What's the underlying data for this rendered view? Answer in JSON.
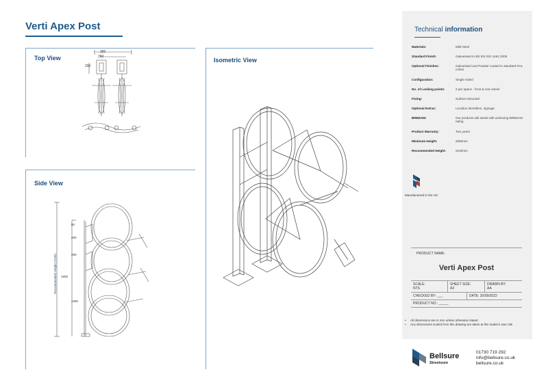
{
  "title": "Verti Apex Post",
  "views": {
    "top": "Top View",
    "iso": "Isometric View",
    "side": "Side View"
  },
  "top_dims": {
    "width_overall": "350",
    "width_inner": "260",
    "depth": "200"
  },
  "side_dims": {
    "recommended": "Recommended Height (2100)",
    "d1": "80",
    "d2": "260",
    "d3": "280",
    "d4": "1800",
    "d5": "1060"
  },
  "technical": {
    "title_light": "Technical",
    "title_bold": "information",
    "rows": [
      {
        "key": "Materials:",
        "value": "Mild Steel"
      },
      {
        "key": "Standard Finish:",
        "value": "Galvanised to BS EN ISO 1461:2009"
      },
      {
        "key": "Optional Finishes:",
        "value": "Galvanised and Powder coated to standard RAL colour"
      },
      {
        "key": "Configuration:",
        "value": "Single Sided"
      },
      {
        "key": "No. of Locking points:",
        "value": "2 per space - front & rear wheel"
      },
      {
        "key": "Fixing:",
        "value": "Surface Mounted"
      },
      {
        "key": "Optional Extras:",
        "value": "Location identifiers, signage"
      },
      {
        "key": "BREEAM:",
        "value": "Our products will assist with achieving BREEAM rating"
      },
      {
        "key": "Product Warranty:",
        "value": "Two years"
      },
      {
        "key": "Minimum Height:",
        "value": "2050mm"
      },
      {
        "key": "Recommended Height:",
        "value": "2100mm"
      }
    ]
  },
  "manufactured": "Manufactured in the UK",
  "product": {
    "name_label": "PRODUCT NAME:",
    "name": "Verti Apex Post",
    "scale_label": "SCALE:",
    "scale": "NTS",
    "sheet_label": "SHEET SIZE:",
    "sheet": "A3",
    "drawn_label": "DRAWN BY:",
    "drawn": "AA",
    "checked_label": "CHECKED BY:",
    "checked": "___",
    "date_label": "DATE:",
    "date": "20/09/2022",
    "product_no_label": "PRODUCT NO.:",
    "product_no": "_____"
  },
  "notes": [
    "All dimensions are in mm unless otherwise stated",
    "Any dimensions scaled from this drawing are taken at the reader's own risk"
  ],
  "brand": {
    "name": "Bellsure",
    "sub": "Streetsure",
    "phone": "01730 719 292",
    "email": "info@bellsure.co.uk",
    "web": "bellsure.co.uk",
    "color": "#1e5a8c"
  }
}
